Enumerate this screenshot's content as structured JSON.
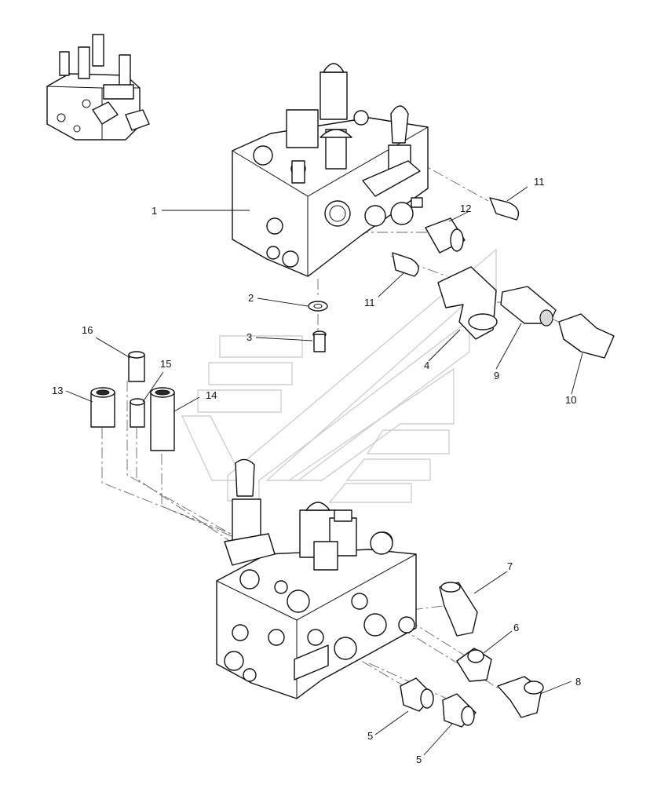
{
  "callouts": [
    {
      "id": "c1",
      "label": "1"
    },
    {
      "id": "c2",
      "label": "2"
    },
    {
      "id": "c3",
      "label": "3"
    },
    {
      "id": "c4",
      "label": "4"
    },
    {
      "id": "c5a",
      "label": "5"
    },
    {
      "id": "c5b",
      "label": "5"
    },
    {
      "id": "c6",
      "label": "6"
    },
    {
      "id": "c7",
      "label": "7"
    },
    {
      "id": "c8",
      "label": "8"
    },
    {
      "id": "c9",
      "label": "9"
    },
    {
      "id": "c10",
      "label": "10"
    },
    {
      "id": "c11a",
      "label": "11"
    },
    {
      "id": "c11b",
      "label": "11"
    },
    {
      "id": "c12",
      "label": "12"
    },
    {
      "id": "c13",
      "label": "13"
    },
    {
      "id": "c14",
      "label": "14"
    },
    {
      "id": "c15",
      "label": "15"
    },
    {
      "id": "c16",
      "label": "16"
    }
  ],
  "colors": {
    "line": "#111111",
    "watermark": "#cfcfcf",
    "background": "#ffffff"
  }
}
